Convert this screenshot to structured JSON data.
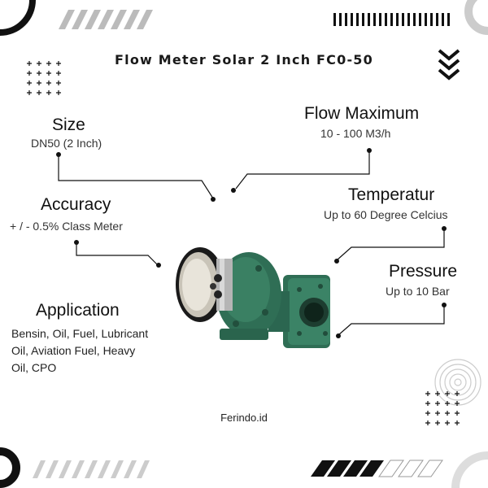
{
  "title": "Flow Meter Solar 2 Inch FC0-50",
  "specs": {
    "size": {
      "label": "Size",
      "value": "DN50 (2 Inch)"
    },
    "flow": {
      "label": "Flow Maximum",
      "value": "10 - 100 M3/h"
    },
    "accuracy": {
      "label": "Accuracy",
      "value": "+ / - 0.5% Class Meter"
    },
    "temperature": {
      "label": "Temperatur",
      "value": "Up to 60 Degree Celcius"
    },
    "pressure": {
      "label": "Pressure",
      "value": "Up to 10 Bar"
    },
    "application": {
      "label": "Application",
      "lines": [
        "Bensin, Oil, Fuel, Lubricant",
        "Oil, Aviation Fuel, Heavy",
        "Oil, CPO"
      ]
    }
  },
  "credit": "Ferindo.id",
  "colors": {
    "meter_body": "#2f6e55",
    "accent": "#111111",
    "bg": "#ffffff"
  }
}
